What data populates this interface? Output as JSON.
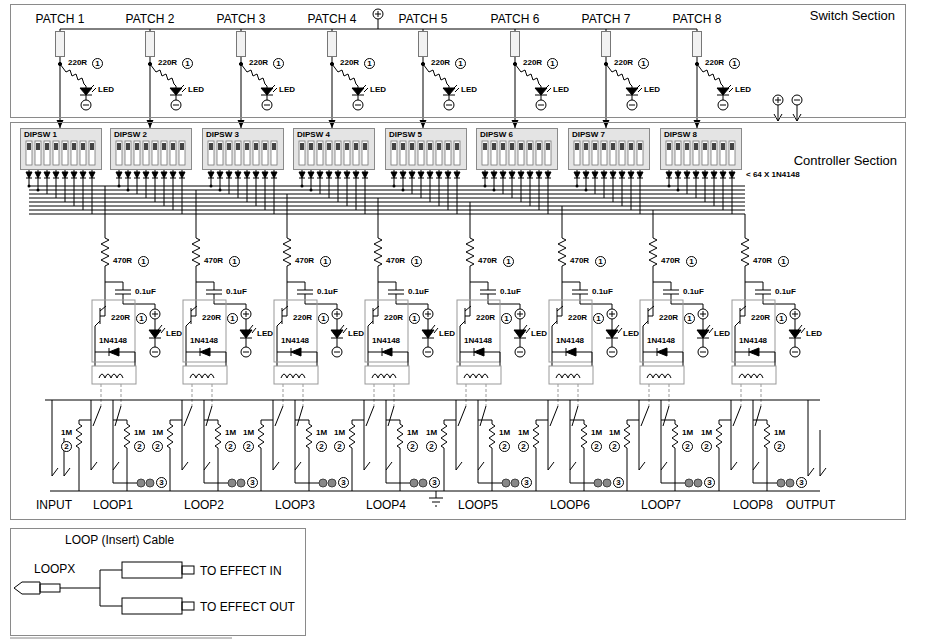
{
  "diagram": {
    "nodes": [
      {
        "text": [
          "Switch Section"
        ]
      },
      {
        "text": [
          "Controller Section"
        ]
      },
      {
        "text": [
          "PATCH 1"
        ],
        "in": 0
      },
      {
        "text": [
          "PATCH 2"
        ],
        "in": 0
      },
      {
        "text": [
          "PATCH 3"
        ],
        "in": 0
      },
      {
        "text": [
          "PATCH 4"
        ],
        "in": 0
      },
      {
        "text": [
          "PATCH 5"
        ],
        "in": 0
      },
      {
        "text": [
          "PATCH 6"
        ],
        "in": 0
      },
      {
        "text": [
          "PATCH 7"
        ],
        "in": 0
      },
      {
        "text": [
          "PATCH 8"
        ],
        "in": 0
      },
      {
        "text": [
          "DIPSW 1"
        ],
        "in": 1
      },
      {
        "text": [
          "DIPSW 2"
        ],
        "in": 1
      },
      {
        "text": [
          "DIPSW 3"
        ],
        "in": 1
      },
      {
        "text": [
          "DIPSW 4"
        ],
        "in": 1
      },
      {
        "text": [
          "DIPSW 5"
        ],
        "in": 1
      },
      {
        "text": [
          "DIPSW 6"
        ],
        "in": 1
      },
      {
        "text": [
          "DIPSW 7"
        ],
        "in": 1
      },
      {
        "text": [
          "DIPSW 8"
        ],
        "in": 1
      },
      {
        "text": [
          "LOOP (Insert) Cable"
        ]
      }
    ],
    "edges": [
      {
        "from": 2,
        "to": 10,
        "arrow": "to"
      },
      {
        "from": 3,
        "to": 11,
        "arrow": "to"
      },
      {
        "from": 4,
        "to": 12,
        "arrow": "to"
      },
      {
        "from": 5,
        "to": 13,
        "arrow": "to"
      },
      {
        "from": 6,
        "to": 14,
        "arrow": "to"
      },
      {
        "from": 7,
        "to": 15,
        "arrow": "to"
      },
      {
        "from": 8,
        "to": 16,
        "arrow": "to"
      },
      {
        "from": 9,
        "to": 17,
        "arrow": "to"
      }
    ],
    "labels": [
      "220R",
      "1",
      "LED",
      "220R",
      "1",
      "LED",
      "220R",
      "1",
      "LED",
      "220R",
      "1",
      "LED",
      "220R",
      "1",
      "LED",
      "220R",
      "1",
      "LED",
      "220R",
      "1",
      "LED",
      "220R",
      "1",
      "LED",
      "< 64 X 1N4148",
      "470R",
      "1",
      "0.1uF",
      "220R",
      "1",
      "1N4148",
      "LED",
      "1M",
      "2",
      "1M",
      "2",
      "3",
      "470R",
      "1",
      "0.1uF",
      "220R",
      "1",
      "1N4148",
      "LED",
      "1M",
      "2",
      "1M",
      "2",
      "3",
      "470R",
      "1",
      "0.1uF",
      "220R",
      "1",
      "1N4148",
      "LED",
      "1M",
      "2",
      "1M",
      "2",
      "3",
      "470R",
      "1",
      "0.1uF",
      "220R",
      "1",
      "1N4148",
      "LED",
      "1M",
      "2",
      "1M",
      "2",
      "3",
      "470R",
      "1",
      "0.1uF",
      "220R",
      "1",
      "1N4148",
      "LED",
      "1M",
      "2",
      "1M",
      "2",
      "3",
      "470R",
      "1",
      "0.1uF",
      "220R",
      "1",
      "1N4148",
      "LED",
      "1M",
      "2",
      "1M",
      "2",
      "3",
      "470R",
      "1",
      "0.1uF",
      "220R",
      "1",
      "1N4148",
      "LED",
      "1M",
      "2",
      "1M",
      "2",
      "3",
      "470R",
      "1",
      "0.1uF",
      "220R",
      "1",
      "1N4148",
      "LED",
      "1M",
      "2",
      "1M",
      "2",
      "3",
      "INPUT",
      "LOOP1",
      "LOOP2",
      "LOOP3",
      "LOOP4",
      "LOOP5",
      "LOOP6",
      "LOOP7",
      "LOOP8",
      "OUTPUT",
      "LOOPX",
      "TO EFFECT IN",
      "TO EFFECT OUT"
    ]
  }
}
